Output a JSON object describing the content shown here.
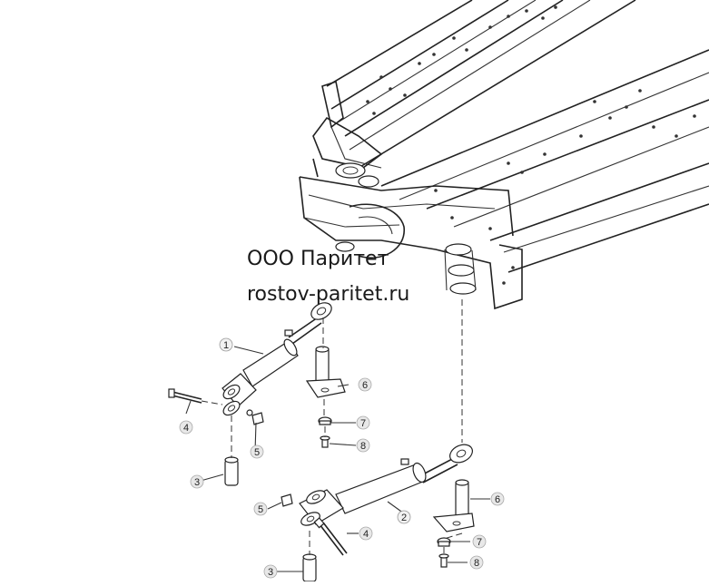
{
  "watermark": {
    "company": "ООО Паритет",
    "site": "rostov-paritet.ru"
  },
  "callouts": [
    {
      "id": "c1a",
      "label": "1"
    },
    {
      "id": "c2a",
      "label": "2"
    },
    {
      "id": "c3a",
      "label": "3"
    },
    {
      "id": "c3b",
      "label": "3"
    },
    {
      "id": "c4a",
      "label": "4"
    },
    {
      "id": "c4b",
      "label": "4"
    },
    {
      "id": "c5a",
      "label": "5"
    },
    {
      "id": "c5b",
      "label": "5"
    },
    {
      "id": "c6a",
      "label": "6"
    },
    {
      "id": "c6b",
      "label": "6"
    },
    {
      "id": "c7a",
      "label": "7"
    },
    {
      "id": "c7b",
      "label": "7"
    },
    {
      "id": "c8a",
      "label": "8"
    },
    {
      "id": "c8b",
      "label": "8"
    }
  ]
}
